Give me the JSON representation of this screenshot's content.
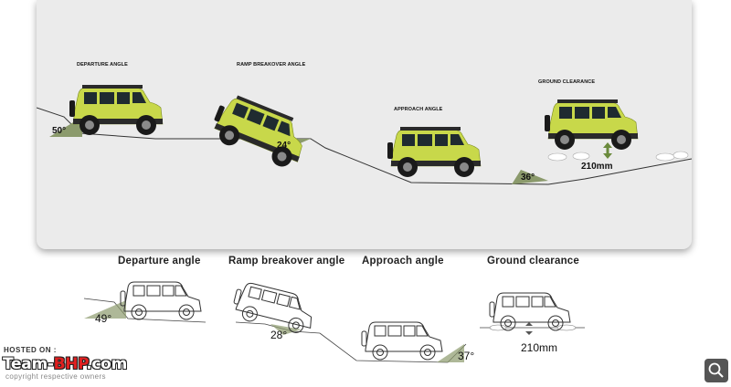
{
  "top_panel": {
    "labels": {
      "departure": "DEPARTURE ANGLE",
      "breakover": "RAMP BREAKOVER ANGLE",
      "approach": "APPROACH ANGLE",
      "clearance": "GROUND CLEARANCE"
    },
    "values": {
      "departure": "50°",
      "breakover": "24°",
      "approach": "36°",
      "clearance": "210mm"
    }
  },
  "bottom_row": {
    "titles": {
      "departure": "Departure angle",
      "breakover": "Ramp breakover angle",
      "approach": "Approach angle",
      "clearance": "Ground clearance"
    },
    "values": {
      "departure": "49°",
      "breakover": "28°",
      "approach": "37°",
      "clearance": "210mm"
    }
  },
  "watermark": {
    "hosted_on": "HOSTED ON :",
    "brand_main": "Team-",
    "brand_accent": "BHP",
    "brand_suffix": ".com",
    "copyright": "copyright respective owners"
  },
  "colors": {
    "car_body": "#c8d84a",
    "wedge": "#8b9a6c"
  }
}
